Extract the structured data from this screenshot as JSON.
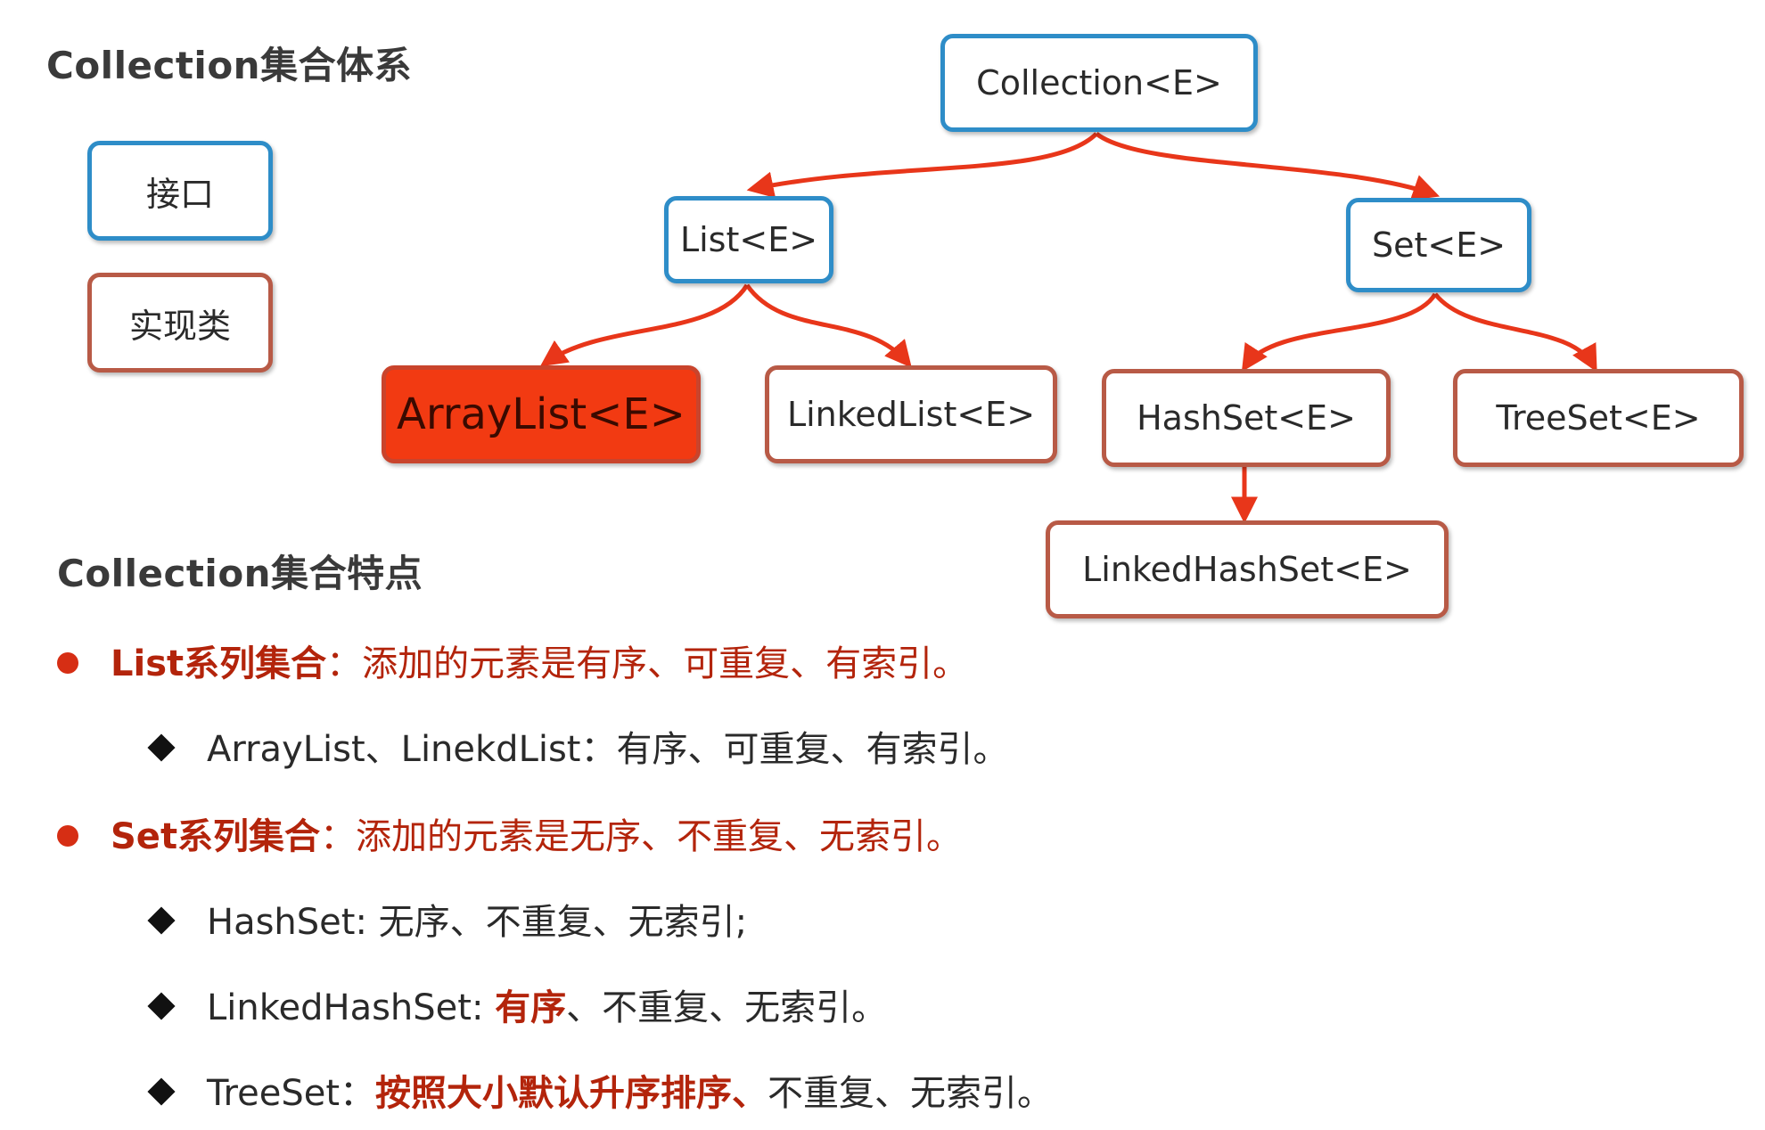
{
  "headings": {
    "system": "Collection集合体系",
    "features": "Collection集合特点"
  },
  "legend": {
    "interface": "接口",
    "impl": "实现类"
  },
  "nodes": {
    "collection": "Collection<E>",
    "list": "List<E>",
    "set": "Set<E>",
    "arraylist": "ArrayList<E>",
    "linkedlist": "LinkedList<E>",
    "hashset": "HashSet<E>",
    "treeset": "TreeSet<E>",
    "linkedhashset": "LinkedHashSet<E>"
  },
  "colors": {
    "interface_border": "#2e8dc8",
    "impl_border": "#b85a46",
    "highlight_fill": "#f23a12",
    "arrow": "#e8361a",
    "emphasis_text": "#b3240b"
  },
  "features": {
    "list": {
      "title": "List系列集合",
      "desc": "：添加的元素是有序、可重复、有索引。",
      "sub": "ArrayList、LinekdList：有序、可重复、有索引。"
    },
    "set": {
      "title": "Set系列集合",
      "desc": "：添加的元素是无序、不重复、无索引。",
      "hashset": "HashSet: 无序、不重复、无索引;",
      "linkedhashset_prefix": "LinkedHashSet: ",
      "linkedhashset_emph": "有序",
      "linkedhashset_suffix": "、不重复、无索引。",
      "treeset_prefix": "TreeSet：",
      "treeset_emph": "按照大小默认升序排序、",
      "treeset_suffix": "不重复、无索引。"
    }
  }
}
